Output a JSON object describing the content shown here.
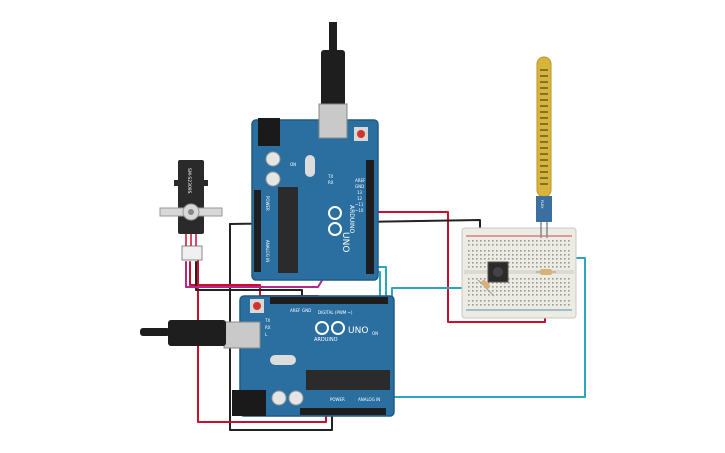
{
  "colors": {
    "board": "#2a6fa0",
    "board_edge": "#1f5a84",
    "chip": "#2b2b2b",
    "header": "#1e1e1e",
    "wire_red": "#c8102e",
    "wire_black": "#222222",
    "wire_magenta": "#b4288c",
    "wire_cyan": "#2aa6bf",
    "breadboard": "#ecebe4",
    "flex": "#d8b43a",
    "servo": "#2a2a2a"
  },
  "top_board": {
    "logo": "ARDUINO",
    "model": "UNO",
    "labels": {
      "aref": "AREF",
      "gnd": "GND",
      "pin13": "13",
      "pin12": "12",
      "pin11": "~11",
      "pin10": "~10",
      "tx": "TX",
      "rx": "RX",
      "on": "ON",
      "power": "POWER",
      "analog": "ANALOG IN"
    }
  },
  "bottom_board": {
    "logo": "ARDUINO",
    "model": "UNO",
    "labels": {
      "digital": "DIGITAL (PWM ~)",
      "power": "POWER",
      "analog": "ANALOG IN",
      "tx": "TX",
      "rx": "RX",
      "l": "L",
      "on": "ON",
      "aref": "AREF",
      "gnd": "GND"
    }
  },
  "servo": {
    "label": "SM-S2309S"
  },
  "flex_sensor": {
    "label": "FLEX"
  }
}
